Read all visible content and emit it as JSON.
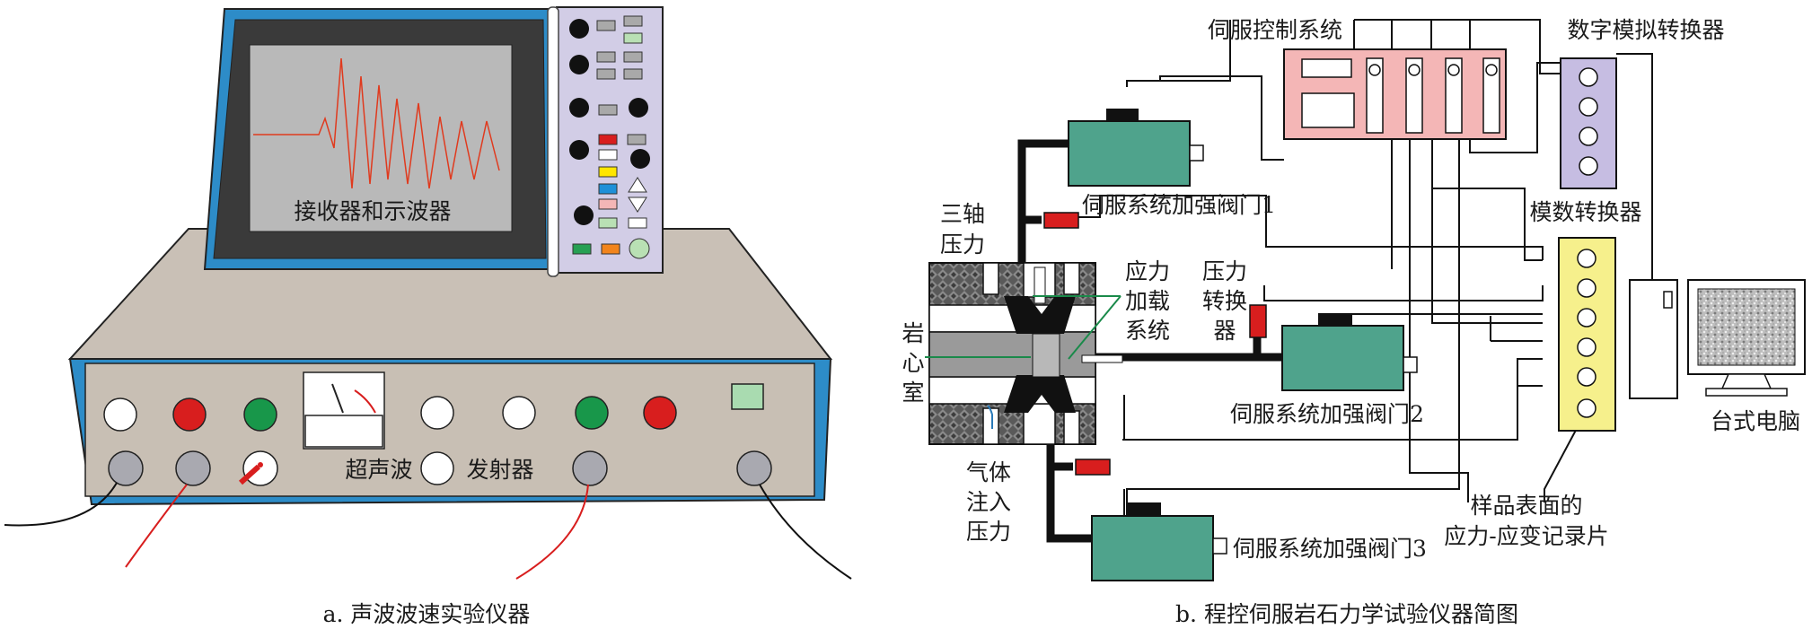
{
  "left_panel": {
    "screen_label": "接收器和示波器",
    "ultrasonic_label": "超声波",
    "emitter_label": "发射器",
    "caption": "a. 声波波速实验仪器"
  },
  "right_panel": {
    "servo_control_system": "伺服控制系统",
    "da_converter": "数字模拟转换器",
    "ad_converter": "模数转换器",
    "valve_1": "伺服系统加强阀门1",
    "valve_2": "伺服系统加强阀门2",
    "valve_3": "伺服系统加强阀门3",
    "triaxial_pressure": [
      "三轴",
      "压力"
    ],
    "stress_loading_system": [
      "应力",
      "加载",
      "系统"
    ],
    "pressure_transducer": [
      "压力",
      "转换",
      "器"
    ],
    "core_chamber": [
      "岩",
      "心",
      "室"
    ],
    "gas_injection_pressure": [
      "气体",
      "注入",
      "压力"
    ],
    "desktop_computer": "台式电脑",
    "strain_gauge": [
      "样品表面的",
      "应力-应变记录片"
    ],
    "caption": "b. 程控伺服岩石力学试验仪器简图"
  },
  "colors": {
    "instrument_body": "#c8bfb4",
    "blue_frame": "#2d8cc8",
    "lavender_panel": "#d2cde6",
    "servo_box": "#4fa38c",
    "control_pink": "#f4b6b6",
    "da_purple": "#c6bde2",
    "ad_yellow": "#f6f08c",
    "red_valve": "#d81e1e",
    "wave_red": "#e03a1e"
  }
}
